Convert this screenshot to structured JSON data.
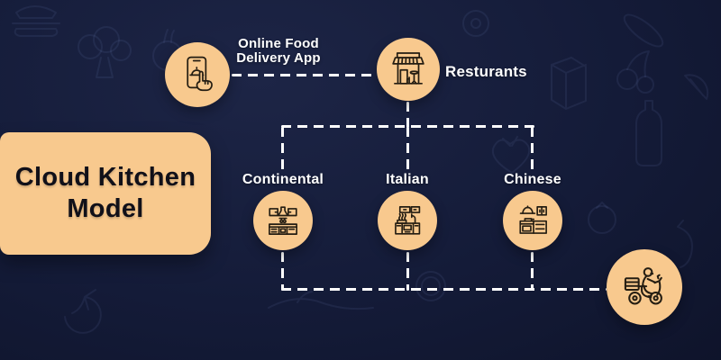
{
  "title": {
    "line1": "Cloud Kitchen",
    "line2": "Model"
  },
  "nodes": {
    "app": {
      "line1": "Online Food",
      "line2": "Delivery App",
      "icon": "phone-food-order-icon"
    },
    "restaurant": {
      "label": "Resturants",
      "icon": "storefront-icon"
    },
    "kitchens": [
      {
        "label": "Continental",
        "icon": "continental-kitchen-icon"
      },
      {
        "label": "Italian",
        "icon": "italian-kitchen-icon"
      },
      {
        "label": "Chinese",
        "icon": "chinese-kitchen-icon"
      }
    ],
    "delivery": {
      "icon": "delivery-scooter-icon"
    }
  },
  "edges": [
    {
      "from": "online-food-delivery-app",
      "to": "restaurants"
    },
    {
      "from": "restaurants",
      "to": "continental-kitchen"
    },
    {
      "from": "restaurants",
      "to": "italian-kitchen"
    },
    {
      "from": "restaurants",
      "to": "chinese-kitchen"
    },
    {
      "from": "continental-kitchen",
      "to": "delivery-rider"
    },
    {
      "from": "italian-kitchen",
      "to": "delivery-rider"
    },
    {
      "from": "chinese-kitchen",
      "to": "delivery-rider"
    }
  ],
  "colors": {
    "background_edge": "#0a0e20",
    "background_center": "#1d2546",
    "node_fill": "#f8c98e",
    "connector": "#ffffff",
    "icon_stroke": "#241d12",
    "title_text": "#111019",
    "label_text": "#ffffff"
  }
}
